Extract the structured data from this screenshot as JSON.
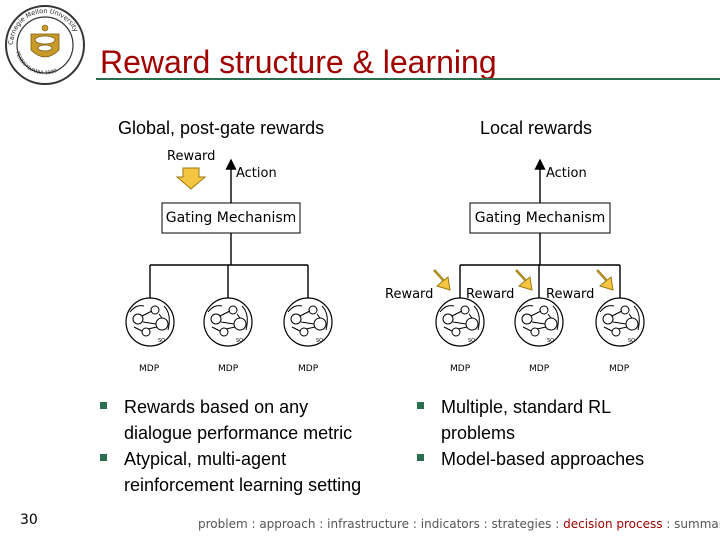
{
  "slide": {
    "title": "Reward structure & learning",
    "number": "30"
  },
  "logo": {
    "text": "Carnegie Mellon University · PENNSYLVANIA 1900"
  },
  "left_panel": {
    "heading": "Global, post-gate rewards",
    "reward_label": "Reward",
    "action_label": "Action",
    "gating_label": "Gating Mechanism",
    "mdps": [
      "MDP",
      "MDP",
      "MDP"
    ],
    "bullets": [
      {
        "line1": "Rewards based on any",
        "line2": "dialogue performance metric"
      },
      {
        "line1": "Atypical, multi-agent",
        "line2": "reinforcement learning setting"
      }
    ]
  },
  "right_panel": {
    "heading": "Local rewards",
    "action_label": "Action",
    "gating_label": "Gating Mechanism",
    "reward_labels": [
      "Reward",
      "Reward",
      "Reward"
    ],
    "mdps": [
      "MDP",
      "MDP",
      "MDP"
    ],
    "bullets": [
      {
        "line1": "Multiple, standard RL",
        "line2": "problems"
      },
      {
        "line1": "Model-based approaches",
        "line2": ""
      }
    ]
  },
  "footer": {
    "items": [
      "problem",
      "approach",
      "infrastructure",
      "indicators",
      "strategies",
      "decision process",
      "summary"
    ],
    "separator": " : ",
    "active": "decision process"
  },
  "colors": {
    "title": "#a00000",
    "rule": "#2a6e4f",
    "bullet": "#2a6e4f",
    "reward_arrow": "#f5c542"
  }
}
